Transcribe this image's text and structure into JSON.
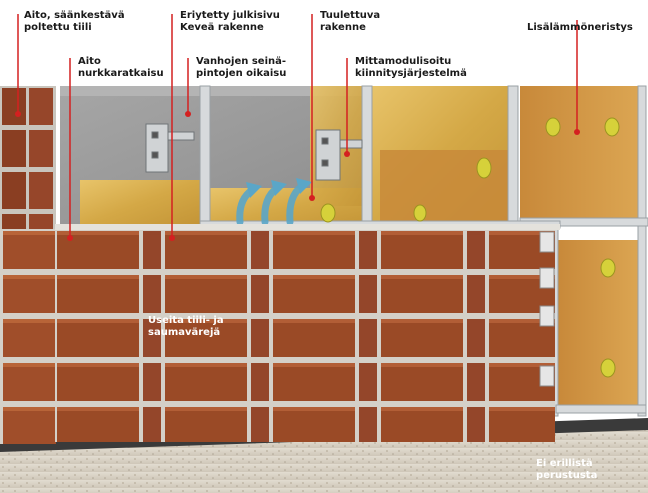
{
  "labels": {
    "facing_brick": "Aito, säänkestävä\npoltettu tiili",
    "corner_mortise": "Aito\nnurkkaratkaisu",
    "separated_facade": "Eriytetty julkisivu\nKeveä rakenne",
    "old_wall_alignment": "Vanhojen  seinä-\npintojen oikaisu",
    "ventilated_structure": "Tuulettuva\nrakenne",
    "modular_fastening": "Mittamodulisoitu\nkiinnitysjärjestelmä",
    "additional_insulation": "Lisälämmöneristys",
    "brick_colors": "Useita tiili- ja\nsaumavärejä",
    "no_foundation": "Ei erillistä\nperustusta"
  },
  "colors": {
    "leader_line": "#d42020",
    "brick": "#9a4a26",
    "mortar": "#d4d0c8",
    "insulation": "#d8b050",
    "concrete": "#9a9a9a",
    "airflow": "#5aa6c8"
  },
  "icons": [
    "airflow-arrow-icon",
    "wall-bracket-icon",
    "insulation-plug-icon"
  ]
}
